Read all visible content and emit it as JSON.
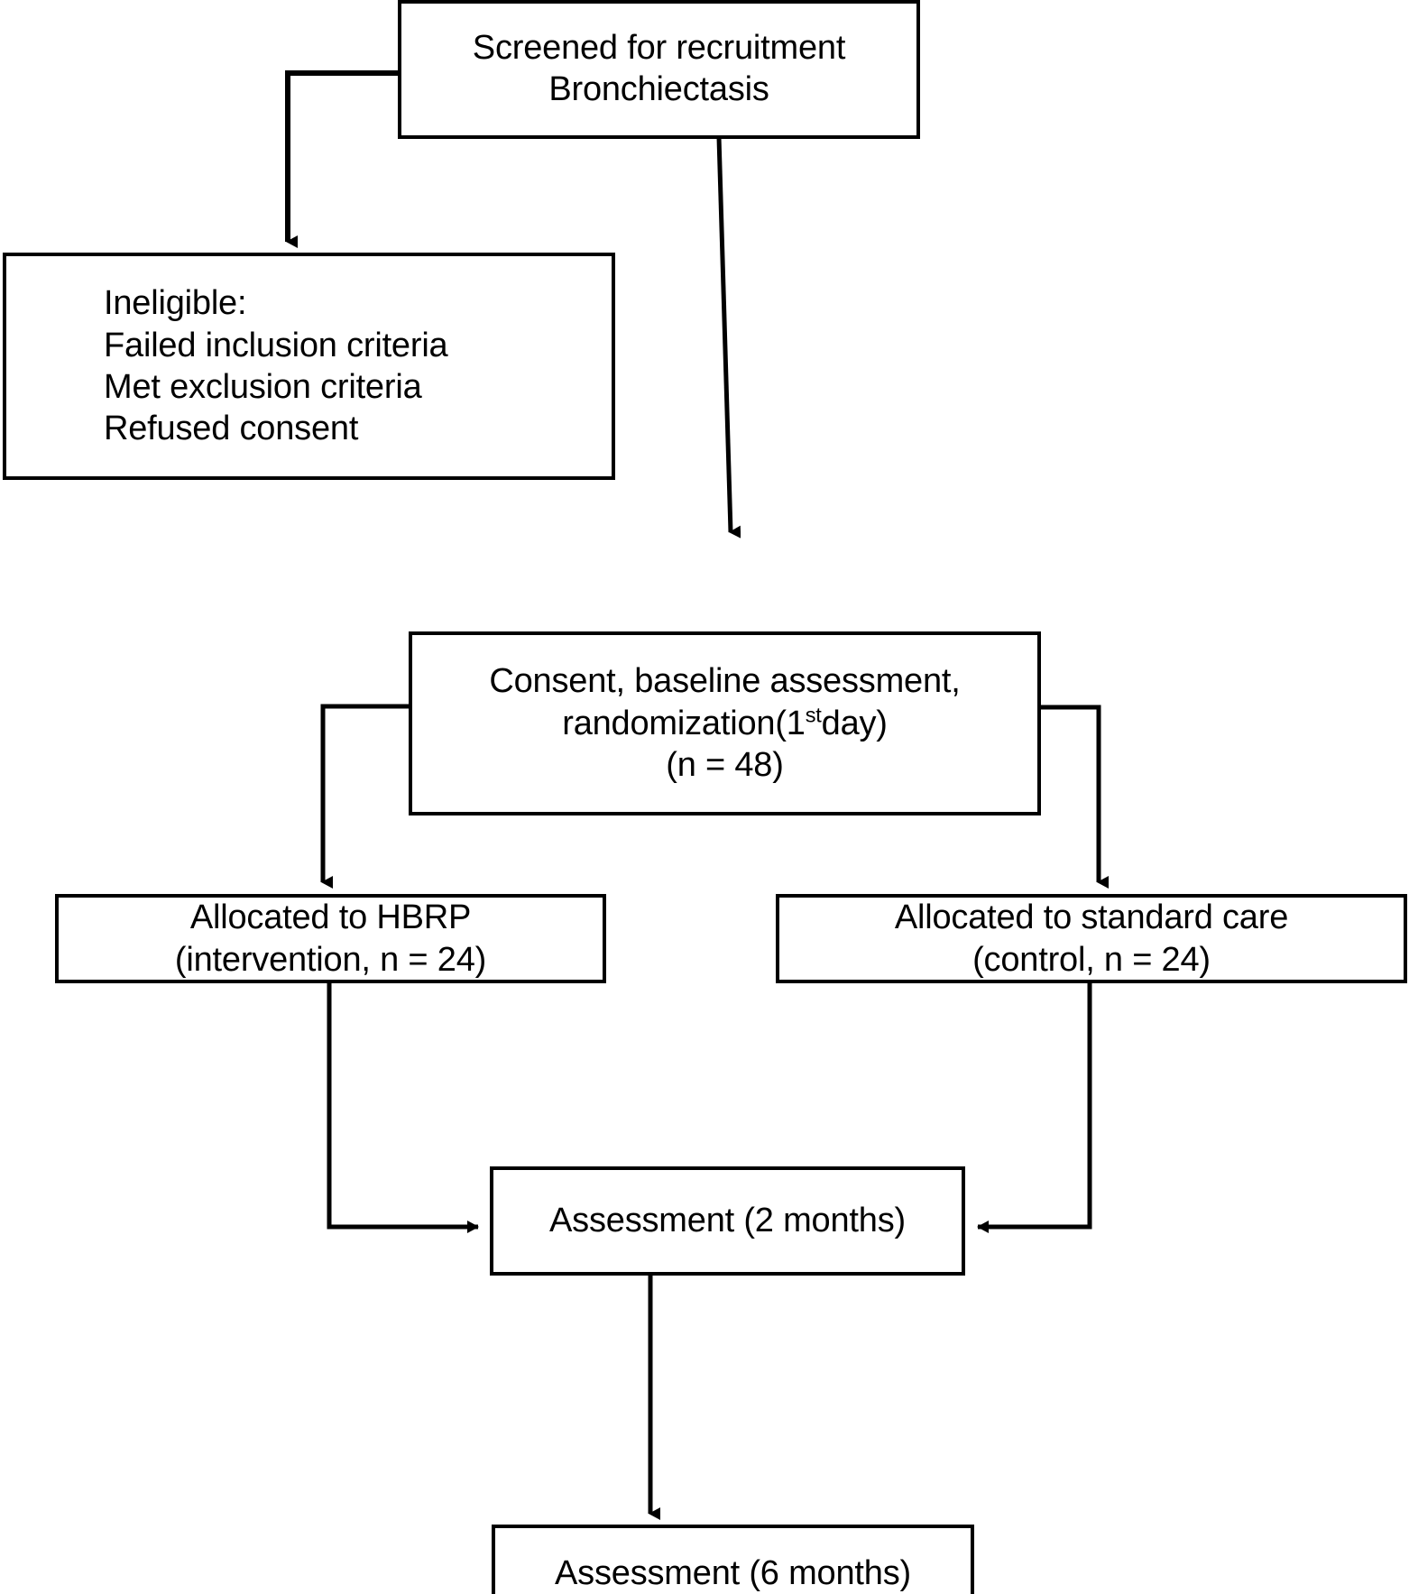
{
  "diagram": {
    "type": "flowchart",
    "title": "CONSORT participant flow diagram",
    "stroke_color": "#000000",
    "fill_color": "#ffffff",
    "text_color": "#000000"
  },
  "nodes": {
    "screened": {
      "name": "screened-for-recruitment",
      "lines": [
        "Screened for recruitment",
        "Bronchiectasis"
      ],
      "line1": "Screened for recruitment",
      "line2": "Bronchiectasis",
      "align": "center"
    },
    "ineligible": {
      "name": "ineligible",
      "lines": [
        "Ineligible:",
        "Failed inclusion criteria",
        "Met exclusion criteria",
        "Refused consent"
      ],
      "line1": "Ineligible:",
      "line2": "Failed inclusion criteria",
      "line3": "Met exclusion criteria",
      "line4": "Refused consent",
      "align": "left"
    },
    "consent": {
      "name": "consent-baseline-randomization",
      "line1": "Consent, baseline assessment,",
      "line2_prefix": "randomization(1",
      "line2_sup": "st",
      "line2_suffix": "day)",
      "line3": "(n = 48)",
      "n": 48,
      "align": "center"
    },
    "hbrp": {
      "name": "allocated-to-hbrp",
      "line1": "Allocated to HBRP",
      "line2": "(intervention, n = 24)",
      "n": 24,
      "arm": "intervention",
      "align": "center"
    },
    "standard": {
      "name": "allocated-to-standard-care",
      "line1": "Allocated to standard care",
      "line2": "(control, n = 24)",
      "n": 24,
      "arm": "control",
      "align": "center"
    },
    "assessment2": {
      "name": "assessment-2-months",
      "line1": "Assessment (2 months)",
      "align": "center"
    },
    "assessment6": {
      "name": "assessment-6-months",
      "line1": "Assessment (6 months)",
      "align": "center"
    }
  },
  "edges": [
    {
      "from": "screened",
      "to": "ineligible",
      "style": "elbow-left-down",
      "arrow": true
    },
    {
      "from": "screened",
      "to": "consent",
      "style": "straight-down",
      "arrow": true
    },
    {
      "from": "consent",
      "to": "hbrp",
      "style": "elbow-left-down",
      "arrow": true
    },
    {
      "from": "consent",
      "to": "standard",
      "style": "elbow-right-down",
      "arrow": true
    },
    {
      "from": "hbrp",
      "to": "assessment2",
      "style": "down-then-right",
      "arrow": true
    },
    {
      "from": "standard",
      "to": "assessment2",
      "style": "down-then-left",
      "arrow": true
    },
    {
      "from": "assessment2",
      "to": "assessment6",
      "style": "straight-down",
      "arrow": true
    }
  ]
}
